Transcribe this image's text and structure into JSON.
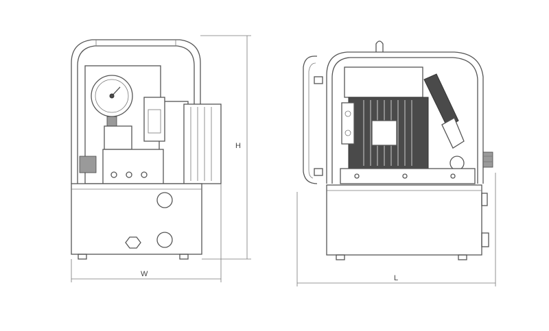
{
  "views": [
    {
      "id": "front-view",
      "dimensions": [
        {
          "id": "width",
          "label": "W"
        },
        {
          "id": "height",
          "label": "H"
        }
      ]
    },
    {
      "id": "side-view",
      "dimensions": [
        {
          "id": "length",
          "label": "L"
        }
      ]
    }
  ],
  "colors": {
    "line": "#555555",
    "motor_fill": "#4a4a4a",
    "background": "#ffffff"
  }
}
